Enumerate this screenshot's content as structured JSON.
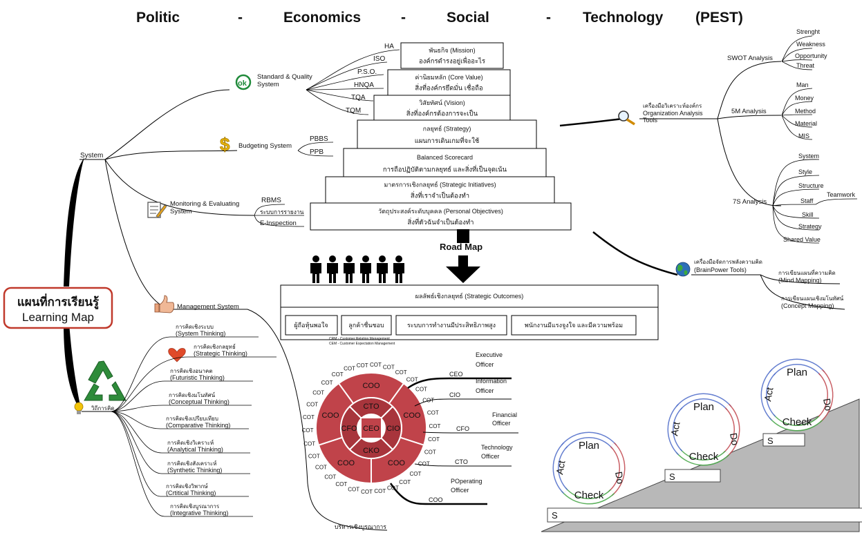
{
  "title": {
    "words": [
      "Politic",
      "-",
      "Economics",
      "-",
      "Social",
      "-",
      "Technology",
      "(PEST)"
    ]
  },
  "center": {
    "thai": "แผนที่การเรียนรู้",
    "eng": "Learning Map"
  },
  "left": {
    "system": "System",
    "standard": {
      "label": [
        "Standard & Quality",
        "System"
      ],
      "icon": "ok-badge-icon",
      "items": [
        "HA",
        "ISO",
        "P.S.O.",
        "HNQA",
        "TQA",
        "TQM"
      ]
    },
    "budget": {
      "label": "Budgeting System",
      "icon": "dollar-icon",
      "items": [
        "PBBS",
        "PPB"
      ]
    },
    "monitor": {
      "label": [
        "Monitoring & Evaluating",
        "System"
      ],
      "icon": "clipboard-pencil-icon",
      "items": [
        "RBMS",
        "ระบบการรายงาน",
        "E-Inspection"
      ]
    },
    "management": {
      "label": "Management System",
      "icon": "thumbs-up-icon",
      "end": "บริหารเชิงบูรณาการ"
    },
    "thinking": {
      "label": "วิถีการคิด",
      "icon": "recycle-icon",
      "items": [
        [
          "การคิดเชิงระบบ",
          "(System Thinking)"
        ],
        [
          "การคิดเชิงกลยุทธ์",
          "(Strategic Thinking)"
        ],
        [
          "การคิดเชิงอนาคต",
          "(Futuristic Thinking)"
        ],
        [
          "การคิดเชิงมโนทัศน์",
          "(Conceptual Thinking)"
        ],
        [
          "การคิดเชิงเปรียบเทียบ",
          "(Comparative Thinking)"
        ],
        [
          "การคิดเชิงวิเคราะห์",
          "(Analytical Thinking)"
        ],
        [
          "การคิดเชิงสังเคราะห์",
          "(Synthetic Thinking)"
        ],
        [
          "การคิดเชิงวิพากษ์",
          "(Crtitical Thinking)"
        ],
        [
          "การคิดเชิงบูรณาการ",
          "(Integrative Thinking)"
        ]
      ]
    }
  },
  "pyramid": [
    [
      "พันธกิจ (Mission)",
      "องค์กรดำรงอยู่เพื่ออะไร"
    ],
    [
      "ค่านิยมหลัก (Core Value)",
      "สิ่งที่องค์กรยึดมั่น เชื่อถือ"
    ],
    [
      "วิสัยทัศน์ (Vision)",
      "สิ่งที่องค์กรต้องการจะเป็น"
    ],
    [
      "กลยุทธ์ (Strategy)",
      "แผนการเดินเกมที่จะใช้"
    ],
    [
      "Balanced Scorecard",
      "การถือปฏิบัติตามกลยุทธ์ และสิ่งที่เป็นจุดเน้น"
    ],
    [
      "มาตรการเชิงกลยุทธ์ (Strategic Initiatives)",
      "สิ่งที่เราจำเป็นต้องทำ"
    ],
    [
      "วัตถุประสงค์ระดับบุคคล (Personal Objectives)",
      "สิ่งที่ตัวฉันจำเป็นต้องทำ"
    ]
  ],
  "roadmap": "Road Map",
  "outcomes": {
    "title": "ผลลัพธ์เชิงกลยุทธ์ (Strategic Outcomes)",
    "boxes": [
      "ผู้ถือหุ้นพอใจ",
      "ลูกค้าชื่นชอบ",
      "ระบบการทำงานมีประสิทธิภาพสูง",
      "พนักงานมีแรงจูงใจ และมีความพร้อม"
    ],
    "notes": [
      "CRM - Customer Relation Management",
      "CEM - Customer Expectation Management"
    ]
  },
  "right": {
    "org": {
      "label": [
        "เครื่องมือวิเคราะห์องค์กร",
        "Organization Analysis",
        "Tools"
      ],
      "icon": "magnifier-icon"
    },
    "swot": {
      "label": "SWOT Analysis",
      "items": [
        "Strenght",
        "Weakness",
        "Opportunity",
        "Threat"
      ]
    },
    "m5": {
      "label": "5M Analysis",
      "items": [
        "Man",
        "Money",
        "Method",
        "Material",
        "MIS"
      ]
    },
    "s7": {
      "label": "7S Analysis",
      "items": [
        "System",
        "Style",
        "Structure",
        "Staff",
        "Skill",
        "Strategy",
        "Shared Value"
      ],
      "extra": "Teamwork"
    },
    "brain": {
      "label": [
        "เครื่องมือจัดการพลังความคิด",
        "(BrainPower Tools)"
      ],
      "icon": "globe-icon",
      "items": [
        [
          "การเขียนแผนที่ความคิด",
          "(Mind Mapping)"
        ],
        [
          "การเขียนแผนเชิงมโนทัศน์",
          "(Concept Mapping)"
        ]
      ]
    }
  },
  "wheel": {
    "center": "CEO",
    "inner": [
      "CTO",
      "CIO",
      "CKO",
      "CFO"
    ],
    "outer": "COO",
    "ring": "COT",
    "officers": [
      {
        "code": "CEO",
        "title": [
          "Executive",
          "Officer"
        ]
      },
      {
        "code": "CIO",
        "title": [
          "Information",
          "Officer"
        ]
      },
      {
        "code": "CFO",
        "title": [
          "Financial",
          "Officer"
        ]
      },
      {
        "code": "CTO",
        "title": [
          "Technology",
          "Officer"
        ]
      },
      {
        "code": "COO",
        "title": [
          "POperating",
          "Officer"
        ]
      }
    ]
  },
  "pdca": {
    "plan": "Plan",
    "do": "Do",
    "check": "Check",
    "act": "Act",
    "step": "S"
  },
  "colors": {
    "wheel": "#c0434a",
    "wheelDark": "#a8353c",
    "arrowGreen": "#3fa33f",
    "arrowRed": "#c0434a",
    "arrowBlue": "#4a68c8",
    "center": "#c0392b",
    "ramp": "#b8b8b8"
  }
}
